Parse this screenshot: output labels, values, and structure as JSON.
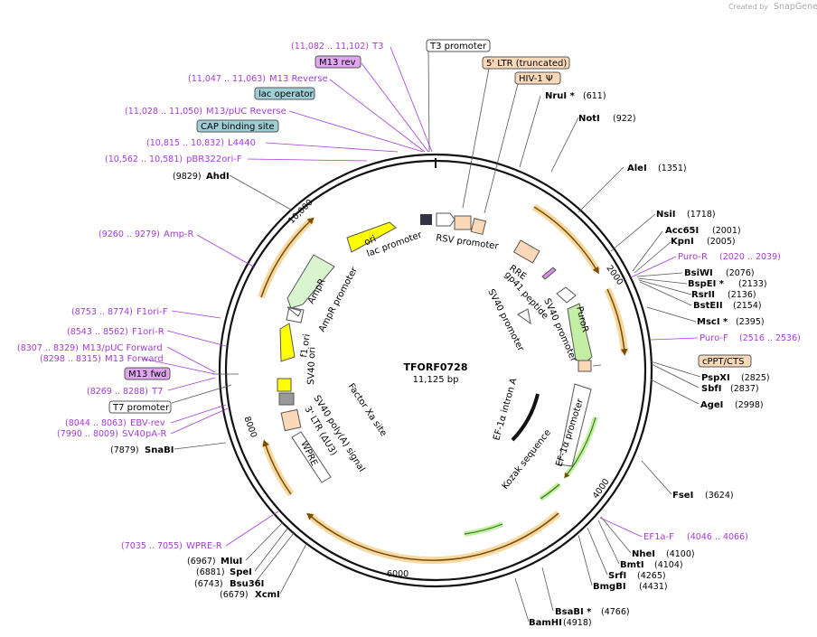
{
  "credit": {
    "text": "Created by",
    "brand": "SnapGene"
  },
  "plasmid": {
    "name": "TFORF0728",
    "size": "11,125 bp"
  },
  "ticks": [
    "10,000",
    "2000",
    "4000",
    "6000",
    "8000"
  ],
  "enzymes": [
    {
      "name": "NruI *",
      "pos": "(611)"
    },
    {
      "name": "NotI",
      "pos": "(922)"
    },
    {
      "name": "AleI",
      "pos": "(1351)"
    },
    {
      "name": "NsiI",
      "pos": "(1718)"
    },
    {
      "name": "Acc65I",
      "pos": "(2001)"
    },
    {
      "name": "KpnI",
      "pos": "(2005)"
    },
    {
      "name": "BsiWI",
      "pos": "(2076)"
    },
    {
      "name": "BspEI *",
      "pos": "(2133)"
    },
    {
      "name": "RsrII",
      "pos": "(2136)"
    },
    {
      "name": "BstEII",
      "pos": "(2154)"
    },
    {
      "name": "MscI *",
      "pos": "(2395)"
    },
    {
      "name": "PspXI",
      "pos": "(2825)"
    },
    {
      "name": "SbfI",
      "pos": "(2837)"
    },
    {
      "name": "AgeI",
      "pos": "(2998)"
    },
    {
      "name": "FseI",
      "pos": "(3624)"
    },
    {
      "name": "NheI",
      "pos": "(4100)"
    },
    {
      "name": "BmtI",
      "pos": "(4104)"
    },
    {
      "name": "SrfI",
      "pos": "(4265)"
    },
    {
      "name": "BmgBI",
      "pos": "(4431)"
    },
    {
      "name": "BsaBI *",
      "pos": "(4766)"
    },
    {
      "name": "BamHI",
      "pos": "(4918)"
    },
    {
      "name": "XcmI",
      "pos": "(6679)"
    },
    {
      "name": "Bsu36I",
      "pos": "(6743)"
    },
    {
      "name": "SpeI",
      "pos": "(6881)"
    },
    {
      "name": "MluI",
      "pos": "(6967)"
    },
    {
      "name": "SnaBI",
      "pos": "(7879)"
    },
    {
      "name": "AhdI",
      "pos": "(9829)"
    }
  ],
  "primers": [
    {
      "name": "T3",
      "range": "(11,082 .. 11,102)"
    },
    {
      "name": "M13 Reverse",
      "range": "(11,047 .. 11,063)"
    },
    {
      "name": "M13/pUC Reverse",
      "range": "(11,028 .. 11,050)"
    },
    {
      "name": "L4440",
      "range": "(10,815 .. 10,832)"
    },
    {
      "name": "pBR322ori-F",
      "range": "(10,562 .. 10,581)"
    },
    {
      "name": "Amp-R",
      "range": "(9260 .. 9279)"
    },
    {
      "name": "F1ori-F",
      "range": "(8753 .. 8774)"
    },
    {
      "name": "F1ori-R",
      "range": "(8543 .. 8562)"
    },
    {
      "name": "M13/pUC Forward",
      "range": "(8307 .. 8329)"
    },
    {
      "name": "M13 Forward",
      "range": "(8298 .. 8315)"
    },
    {
      "name": "T7",
      "range": "(8269 .. 8288)"
    },
    {
      "name": "EBV-rev",
      "range": "(8044 .. 8063)"
    },
    {
      "name": "SV40pA-R",
      "range": "(7990 .. 8009)"
    },
    {
      "name": "WPRE-R",
      "range": "(7035 .. 7055)"
    },
    {
      "name": "Puro-R",
      "range": "(2020 .. 2039)"
    },
    {
      "name": "Puro-F",
      "range": "(2516 .. 2536)"
    },
    {
      "name": "EF1a-F",
      "range": "(4046 .. 4066)"
    }
  ],
  "boxed_features": [
    {
      "name": "T3 promoter"
    },
    {
      "name": "5' LTR (truncated)"
    },
    {
      "name": "HIV-1 Ψ"
    },
    {
      "name": "M13 rev"
    },
    {
      "name": "lac operator"
    },
    {
      "name": "CAP binding site"
    },
    {
      "name": "cPPT/CTS"
    },
    {
      "name": "M13 fwd"
    },
    {
      "name": "T7 promoter"
    }
  ],
  "inner_labels": {
    "ori": "ori",
    "lac_promoter": "lac promoter",
    "rsv_promoter": "RSV promoter",
    "rre": "RRE",
    "gp41": "gp41 peptide",
    "sv40_promoter_a": "SV40 promoter",
    "sv40_promoter_b": "SV40 promoter",
    "puror": "PuroR",
    "ampr": "AmpR",
    "ampr_promoter": "AmpR promoter",
    "f1_ori": "f1 ori",
    "sv40_ori": "SV40 ori",
    "ef1a_intron": "EF-1α intron A",
    "ef1a_promoter": "EF-1α promoter",
    "kozak": "Kozak sequence",
    "factor_xa": "Factor Xa site",
    "sv40_polya": "SV40 poly(A) signal",
    "ltr3": "3' LTR (ΔU3)",
    "wpre": "WPRE"
  },
  "colors": {
    "primer": "#a53bd6",
    "orf_glow": "#f2c77a",
    "orf_line": "#c88a1c",
    "green": "#7ccf4b"
  }
}
